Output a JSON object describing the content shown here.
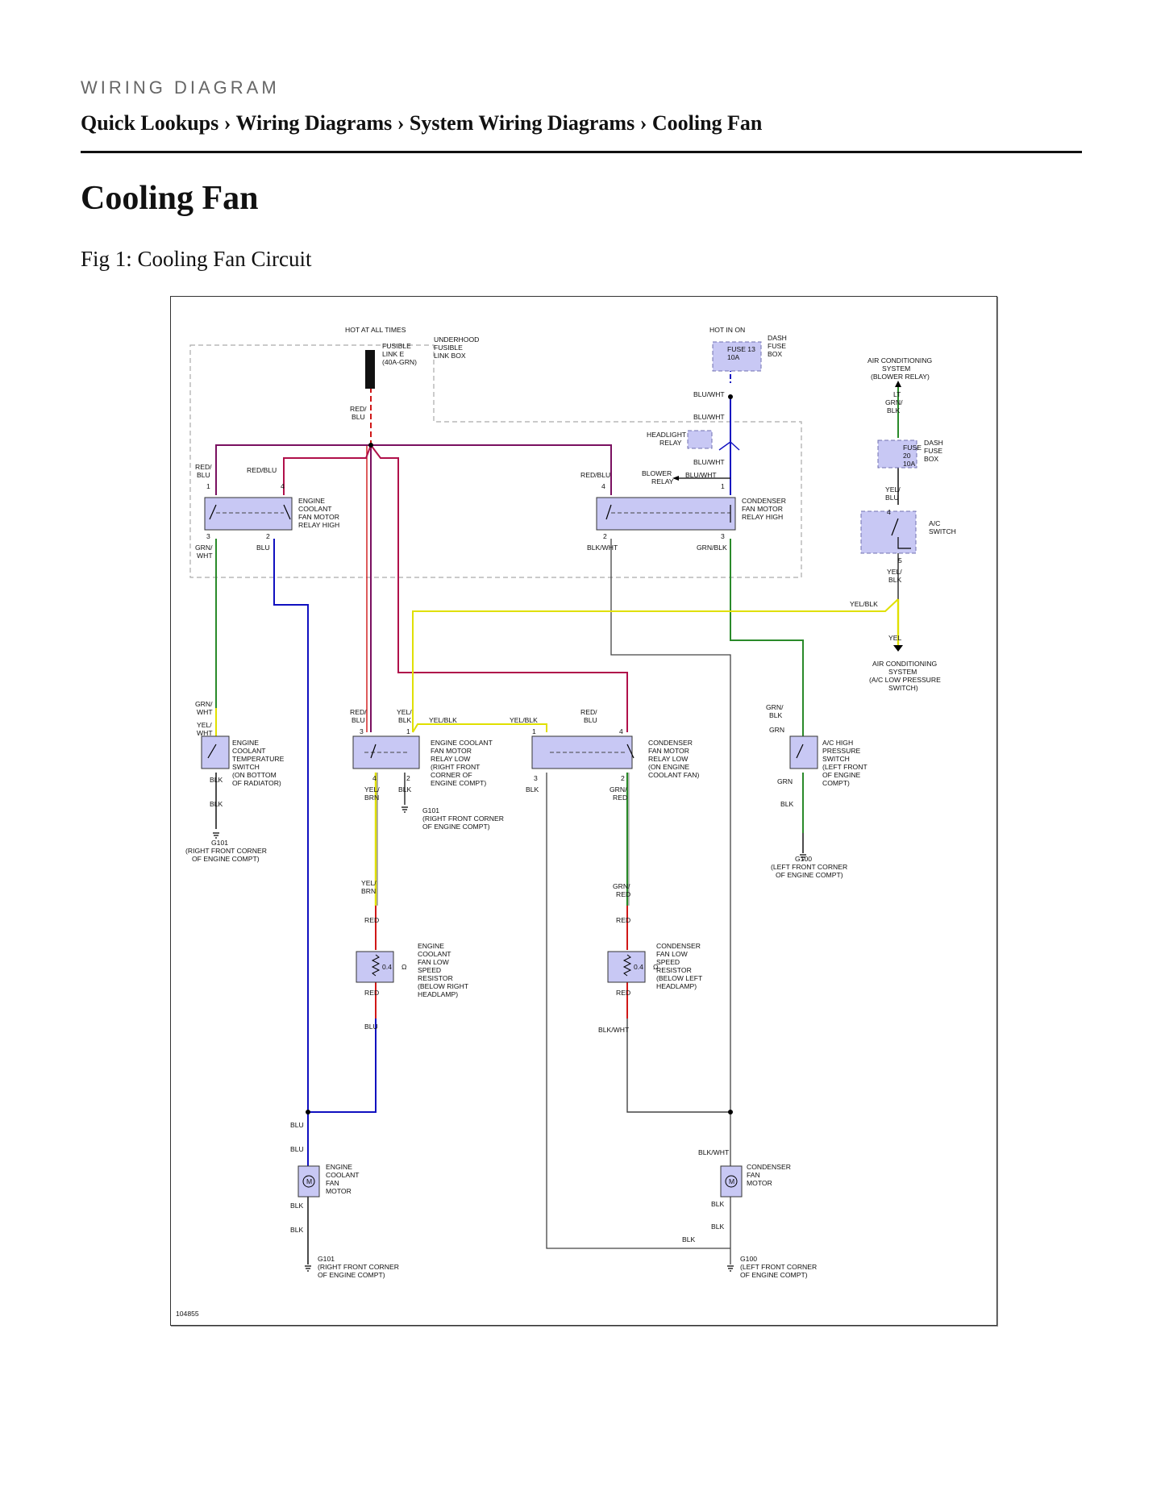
{
  "header": {
    "kicker": "WIRING DIAGRAM",
    "breadcrumb": [
      "Quick Lookups",
      "Wiring Diagrams",
      "System Wiring Diagrams",
      "Cooling Fan"
    ],
    "separator": " › "
  },
  "page_title": "Cooling Fan",
  "figure": {
    "caption": "Fig 1: Cooling Fan Circuit",
    "diagram_id": "104855",
    "wire_colors": {
      "red": "#d01818",
      "blue": "#1010c0",
      "green": "#2a8a2a",
      "yellow": "#e0e000",
      "purple": "#7a1060",
      "magenta": "#b0104a",
      "gray": "#444444",
      "black": "#000000"
    },
    "labels": {
      "hot_all": "HOT AT ALL TIMES",
      "hot_on": "HOT IN ON",
      "underhood_box": [
        "UNDERHOOD",
        "FUSIBLE",
        "LINK BOX"
      ],
      "fusible_link": [
        "FUSIBLE",
        "LINK E",
        "(40A-GRN)"
      ],
      "dash_fuse_box": [
        "DASH",
        "FUSE",
        "BOX"
      ],
      "fuse13": [
        "FUSE 13",
        "10A"
      ],
      "fuse20": [
        "FUSE",
        "20",
        "10A"
      ],
      "ac_system_blower": [
        "AIR CONDITIONING",
        "SYSTEM",
        "(BLOWER RELAY)"
      ],
      "ac_system_low": [
        "AIR CONDITIONING",
        "SYSTEM",
        "(A/C LOW PRESSURE",
        "SWITCH)"
      ],
      "headlight_relay": [
        "HEADLIGHT",
        "RELAY"
      ],
      "blower_relay": [
        "BLOWER",
        "RELAY"
      ],
      "ecf_relay_high": [
        "ENGINE",
        "COOLANT",
        "FAN MOTOR",
        "RELAY HIGH"
      ],
      "cond_relay_high": [
        "CONDENSER",
        "FAN MOTOR",
        "RELAY HIGH"
      ],
      "ac_switch": [
        "A/C",
        "SWITCH"
      ],
      "ect_switch": [
        "ENGINE",
        "COOLANT",
        "TEMPERATURE",
        "SWITCH",
        "(ON BOTTOM",
        "OF RADIATOR)"
      ],
      "ecf_relay_low": [
        "ENGINE COOLANT",
        "FAN MOTOR",
        "RELAY LOW",
        "(RIGHT FRONT",
        "CORNER OF",
        "ENGINE COMPT)"
      ],
      "cond_relay_low": [
        "CONDENSER",
        "FAN MOTOR",
        "RELAY LOW",
        "(ON ENGINE",
        "COOLANT FAN)"
      ],
      "ac_high_switch": [
        "A/C HIGH",
        "PRESSURE",
        "SWITCH",
        "(LEFT FRONT",
        "OF ENGINE",
        "COMPT)"
      ],
      "ecf_resistor": [
        "ENGINE",
        "COOLANT",
        "FAN LOW",
        "SPEED",
        "RESISTOR",
        "(BELOW RIGHT",
        "HEADLAMP)"
      ],
      "cond_resistor": [
        "CONDENSER",
        "FAN LOW",
        "SPEED",
        "RESISTOR",
        "(BELOW LEFT",
        "HEADLAMP)"
      ],
      "resistor_value": "0.4",
      "ohm": "Ω",
      "motor_symbol": "M",
      "ecf_motor": [
        "ENGINE",
        "COOLANT",
        "FAN",
        "MOTOR"
      ],
      "cond_motor": [
        "CONDENSER",
        "FAN",
        "MOTOR"
      ],
      "g101": [
        "G101",
        "(RIGHT FRONT CORNER",
        "OF ENGINE COMPT)"
      ],
      "g100": [
        "G100",
        "(LEFT FRONT CORNER",
        "OF ENGINE COMPT)"
      ]
    },
    "wire_labels": {
      "red_blu": "RED/BLU",
      "red_slash": "RED/",
      "blu": "BLU",
      "blu_wht": "BLU/WHT",
      "lt": "LT",
      "grn_slash": "GRN/",
      "blk": "BLK",
      "yel_slash": "YEL/",
      "grn_wht_1": "GRN/",
      "wht": "WHT",
      "blk_wht": "BLK/WHT",
      "grn_blk": "GRN/BLK",
      "yel_blk": "YEL/BLK",
      "yel": "YEL",
      "grn": "GRN",
      "brn": "BRN",
      "red": "RED"
    },
    "pins": {
      "p1": "1",
      "p2": "2",
      "p3": "3",
      "p4": "4",
      "p5": "5"
    }
  }
}
